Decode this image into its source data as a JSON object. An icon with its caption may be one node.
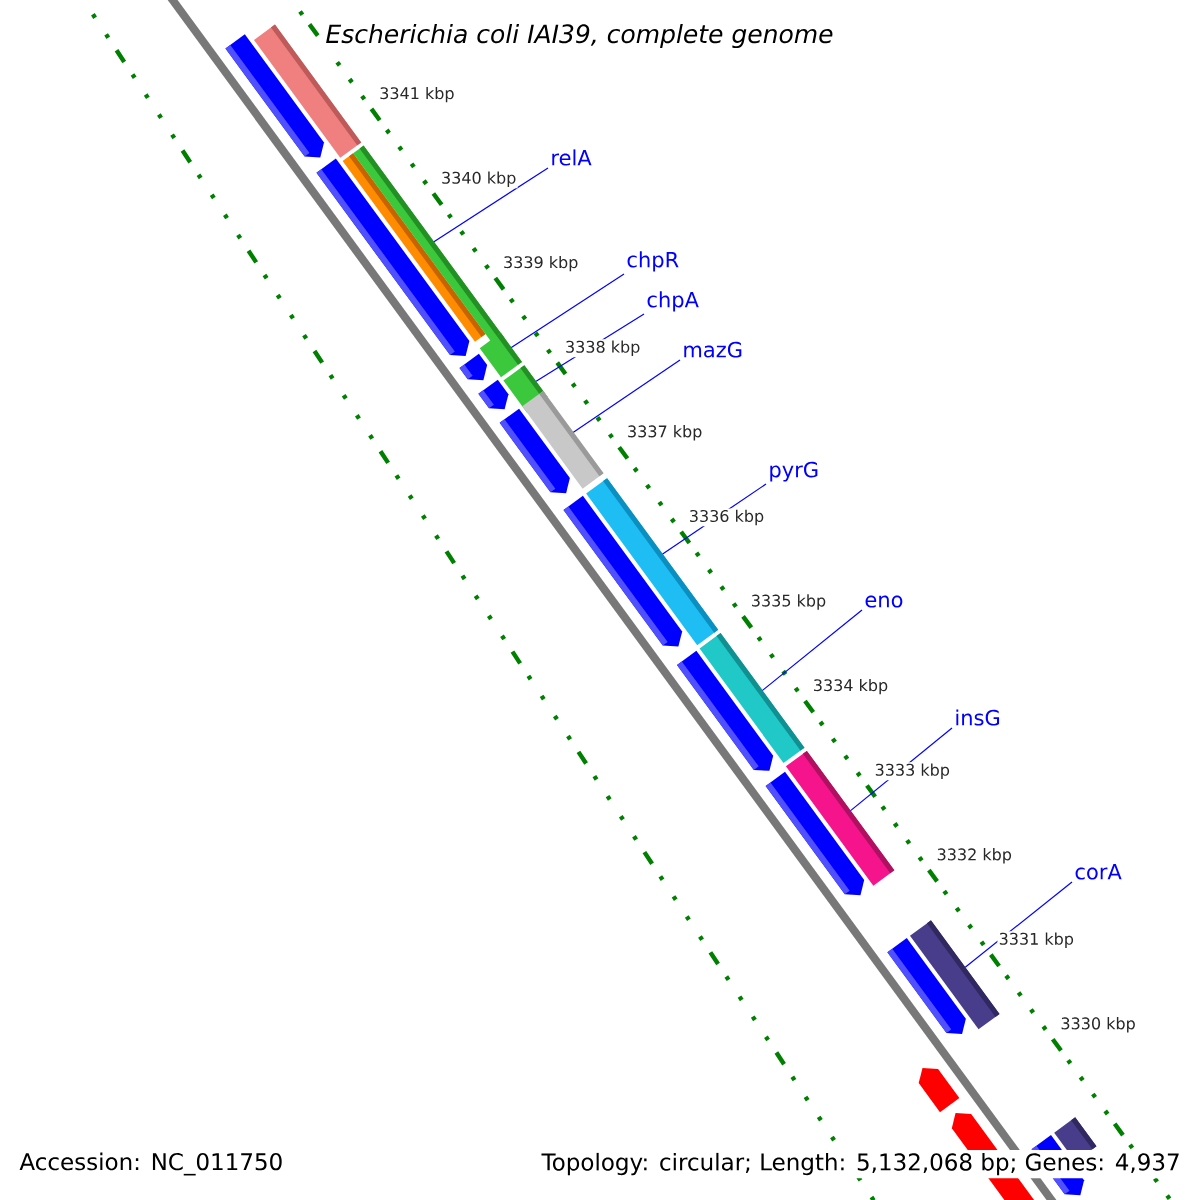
{
  "diagram": {
    "title": "Escherichia coli IAI39, complete genome",
    "nodes": [
      {
        "text": [
          "relA"
        ]
      },
      {
        "text": [
          "chpR"
        ]
      },
      {
        "text": [
          "chpA"
        ]
      },
      {
        "text": [
          "mazG"
        ]
      },
      {
        "text": [
          "pyrG"
        ]
      },
      {
        "text": [
          "eno"
        ]
      },
      {
        "text": [
          "insG"
        ]
      },
      {
        "text": [
          "corA"
        ]
      },
      {
        "text": [],
        "shape": "bar"
      },
      {
        "text": [],
        "shape": "bar"
      },
      {
        "text": [],
        "shape": "bar"
      },
      {
        "text": [],
        "shape": "bar"
      },
      {
        "text": [],
        "shape": "bar"
      },
      {
        "text": [],
        "shape": "bar"
      },
      {
        "text": [],
        "shape": "bar"
      },
      {
        "text": [],
        "shape": "bar"
      }
    ],
    "edges": [
      {
        "from": 0,
        "to": 8,
        "arrow": "none"
      },
      {
        "from": 1,
        "to": 9,
        "arrow": "none"
      },
      {
        "from": 2,
        "to": 10,
        "arrow": "none"
      },
      {
        "from": 3,
        "to": 11,
        "arrow": "none"
      },
      {
        "from": 4,
        "to": 12,
        "arrow": "none"
      },
      {
        "from": 5,
        "to": 13,
        "arrow": "none"
      },
      {
        "from": 6,
        "to": 14,
        "arrow": "none"
      },
      {
        "from": 7,
        "to": 15,
        "arrow": "none"
      }
    ],
    "labels": [
      "3341 kbp",
      "3340 kbp",
      "3339 kbp",
      "3338 kbp",
      "3337 kbp",
      "3336 kbp",
      "3335 kbp",
      "3334 kbp",
      "3333 kbp",
      "3332 kbp",
      "3331 kbp",
      "3330 kbp",
      "Accession: NC_011750",
      "Topology: circular; Length: 5,132,068 bp; Genes: 4,937"
    ]
  }
}
